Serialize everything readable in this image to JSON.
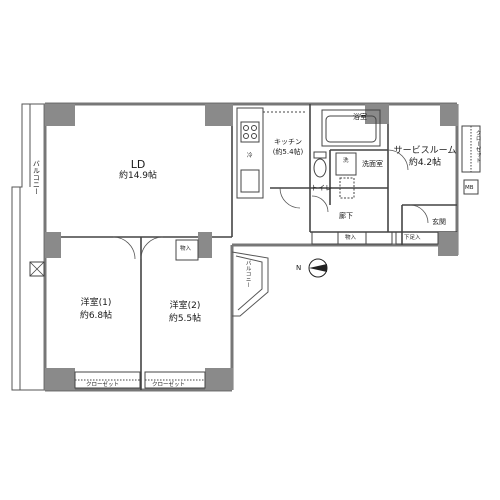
{
  "rooms": {
    "ld": {
      "name": "LD",
      "area": "約14.9帖"
    },
    "kitchen": {
      "name": "キッチン",
      "area": "(約5.4帖)"
    },
    "bath": {
      "name": "浴室"
    },
    "washroom": {
      "name": "洗面室"
    },
    "wash_mark": {
      "name": "洗"
    },
    "toilet": {
      "name": "トイレ"
    },
    "service_room": {
      "name": "サービスルーム",
      "area": "約4.2帖"
    },
    "closet_service": {
      "name": "クローゼット"
    },
    "mb": {
      "name": "MB"
    },
    "entrance": {
      "name": "玄関"
    },
    "corridor": {
      "name": "廊下"
    },
    "storage_corridor": {
      "name": "物入"
    },
    "shoe_box": {
      "name": "下足入"
    },
    "storage_left": {
      "name": "物入"
    },
    "western1": {
      "name": "洋室(1)",
      "area": "約6.8帖"
    },
    "western2": {
      "name": "洋室(2)",
      "area": "約5.5帖"
    },
    "closet1": {
      "name": "クローゼット"
    },
    "closet2": {
      "name": "クローゼット"
    },
    "balcony_west": {
      "name": "バルコニー"
    },
    "balcony_small": {
      "name": "バルコニー"
    },
    "fridge_mark": {
      "name": "冷"
    }
  },
  "compass": {
    "label": "N"
  },
  "colors": {
    "wall": "#7f7f7f",
    "line": "#333333",
    "fill": "#ffffff"
  }
}
